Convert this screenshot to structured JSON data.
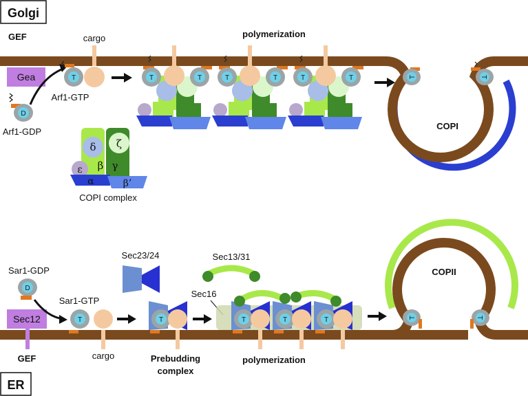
{
  "golgi": {
    "compartment_label": "Golgi",
    "gef_label": "GEF",
    "gea_label": "Gea",
    "cargo_label": "cargo",
    "polymerization_label": "polymerization",
    "arf1_gtp_label": "Arf1-GTP",
    "arf1_gdp_label": "Arf1-GDP",
    "coat_label": "COPI",
    "complex_label": "COPI complex",
    "subunits": {
      "alpha": "α",
      "beta": "β",
      "beta_prime": "β’",
      "gamma": "γ",
      "delta": "δ",
      "epsilon": "ε",
      "zeta": "ζ"
    }
  },
  "er": {
    "compartment_label": "ER",
    "gef_label": "GEF",
    "sec12_label": "Sec12",
    "sar1_gdp_label": "Sar1-GDP",
    "sar1_gtp_label": "Sar1-GTP",
    "sec23_24_label": "Sec23/24",
    "sec13_31_label": "Sec13/31",
    "sec16_label": "Sec16",
    "cargo_label": "cargo",
    "prebudding_label_line1": "Prebudding",
    "prebudding_label_line2": "complex",
    "polymerization_label": "polymerization",
    "coat_label": "COPII"
  },
  "markers": {
    "gtp": "T",
    "gdp": "D"
  },
  "colors": {
    "membrane": "#7a4a1e",
    "gea": "#c07ee0",
    "gtpase": "#9aa5a8",
    "nucleotide": "#6fd0e8",
    "anchor": "#e07820",
    "cargo": "#f5c9a0",
    "copi_blue": "#2a3fd0",
    "copi_light_blue": "#5f86e8",
    "light_green": "#a9e84a",
    "dark_green": "#3f8a2a",
    "pale_green": "#dcf6cc",
    "delta_blue": "#a8bde8",
    "epsilon_lilac": "#b8a8cc",
    "sec23": "#6b8fd0",
    "sec24": "#2730d0",
    "sec13_light": "#a9e84a",
    "sec13_dark": "#3f8a2a",
    "sec16": "#cfd8b0"
  }
}
